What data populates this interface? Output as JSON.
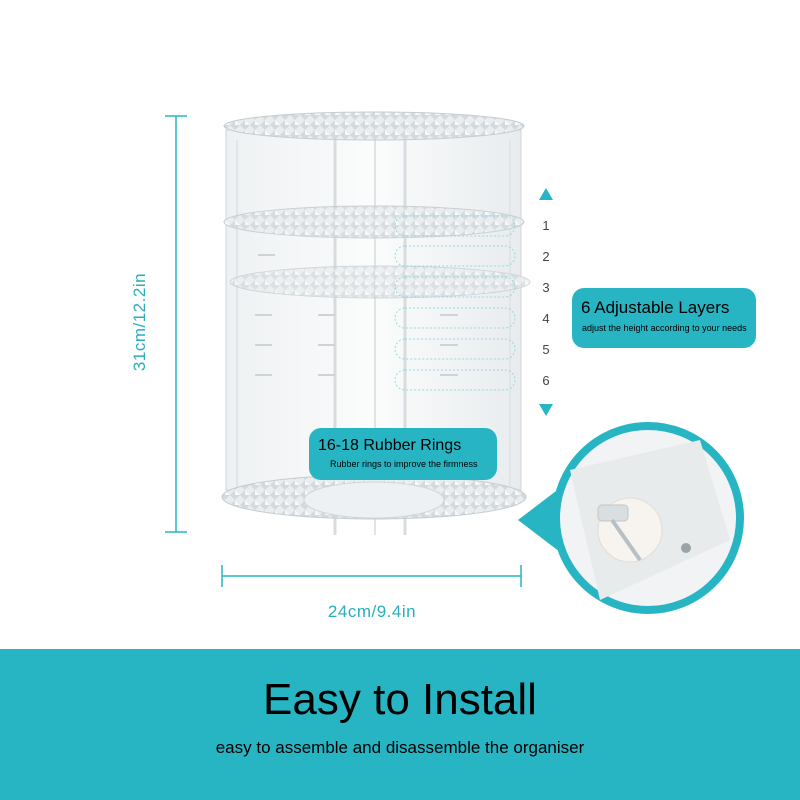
{
  "dimensions": {
    "height_label": "31cm/12.2in",
    "width_label": "24cm/9.4in"
  },
  "layers": {
    "numbers": [
      "1",
      "2",
      "3",
      "4",
      "5",
      "6"
    ]
  },
  "callouts": {
    "layers": {
      "title": "6 Adjustable Layers",
      "subtitle": "adjust the height according to your needs"
    },
    "rings": {
      "title": "16-18 Rubber Rings",
      "subtitle": "Rubber rings to improve the firmness"
    }
  },
  "banner": {
    "title": "Easy to Install",
    "subtitle": "easy to assemble and disassemble the organiser"
  },
  "colors": {
    "accent": "#27b5c4",
    "text": "#000000",
    "background": "#ffffff"
  }
}
